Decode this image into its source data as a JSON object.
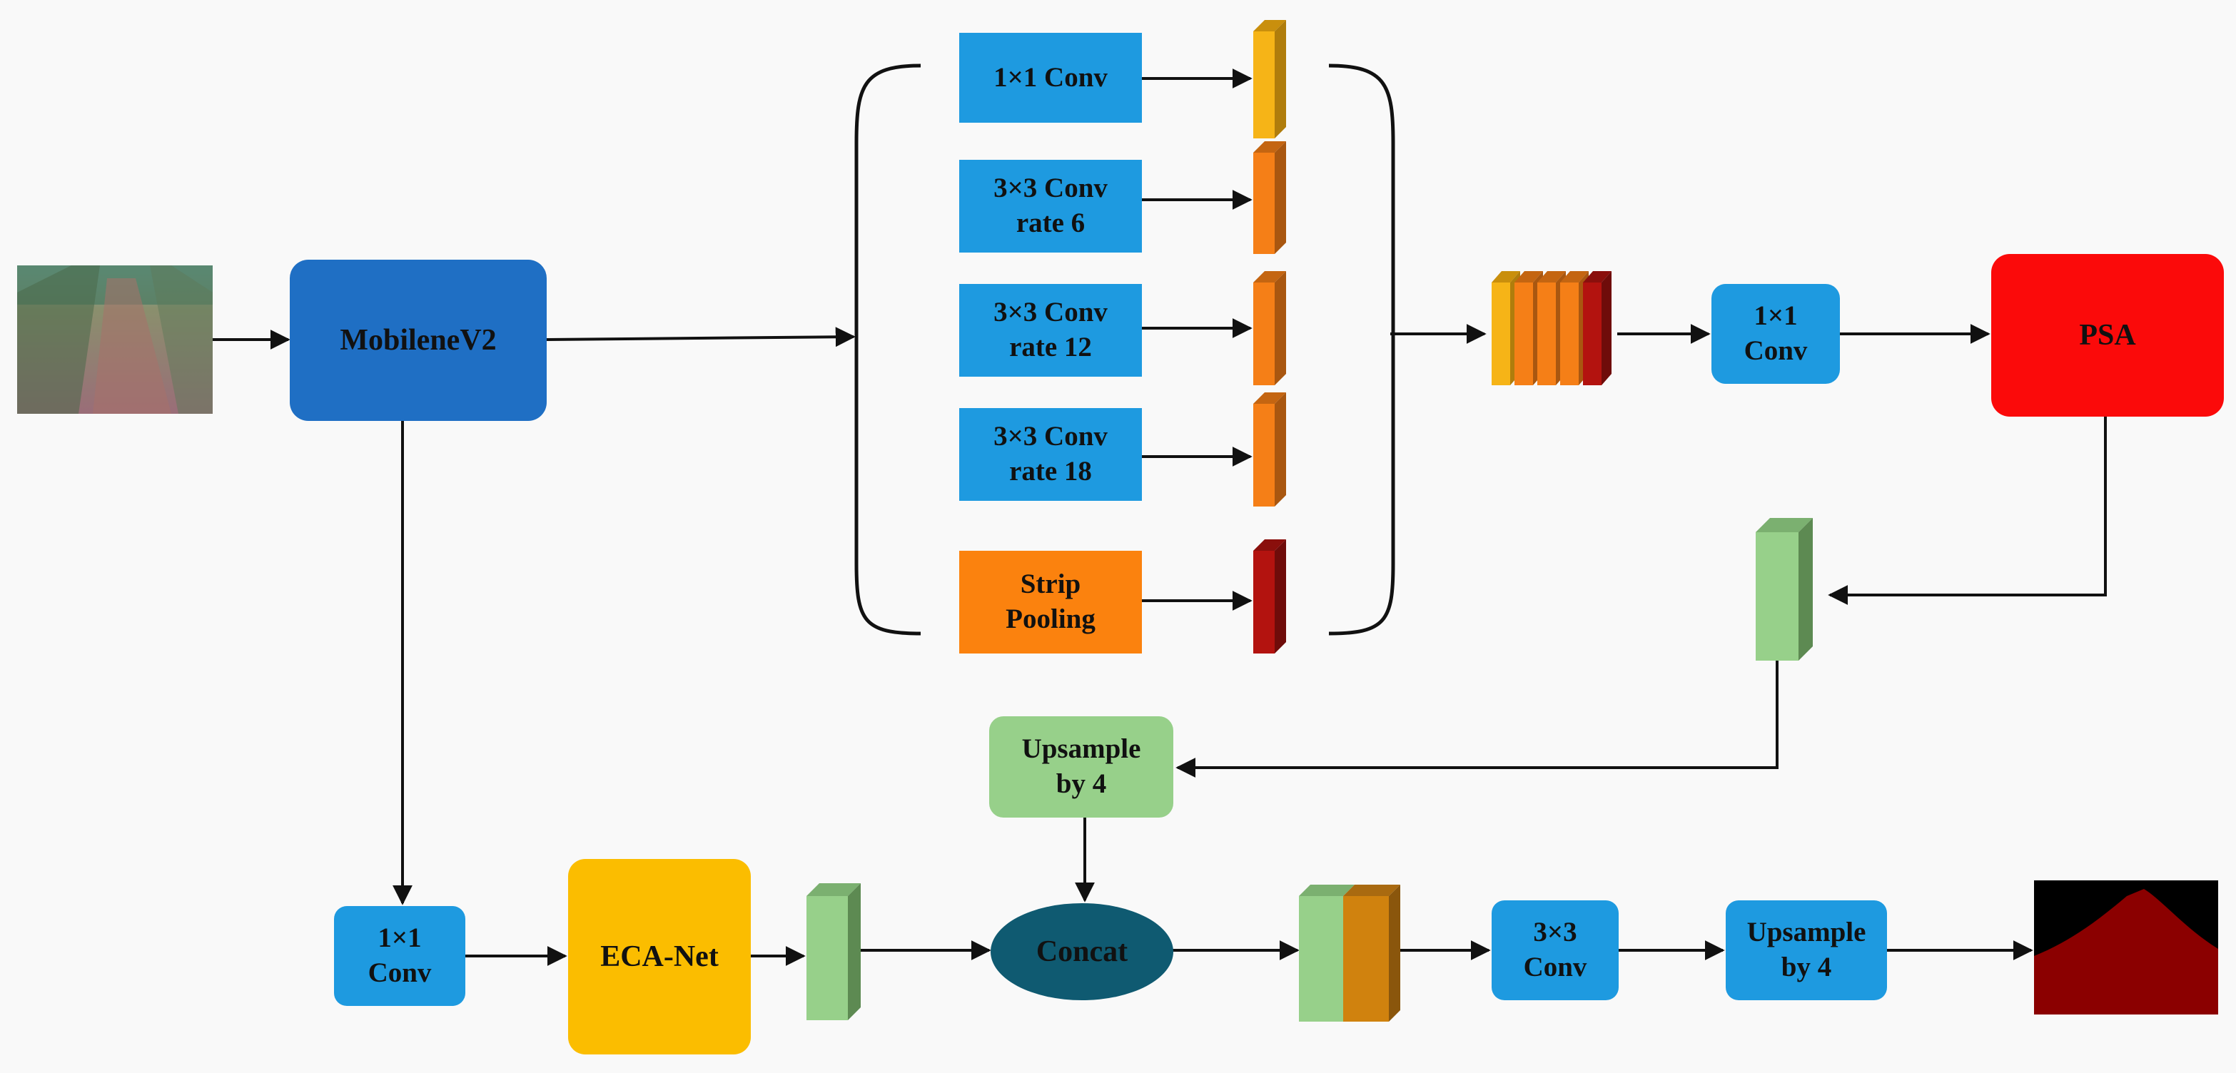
{
  "colors": {
    "backbone": "#1f6fc4",
    "conv": "#1e9ae0",
    "strip_pooling": "#fb820e",
    "psa": "#fb0a0a",
    "eca": "#fbbd00",
    "upsample_green": "#97d08a",
    "concat": "#0f5a71",
    "feat_yellow": "#f6b417",
    "feat_orange": "#f57f17",
    "feat_red": "#b3130f",
    "feat_green": "#97d08a",
    "feat_brown": "#d0820e",
    "mask_bg": "#000000",
    "mask_fg": "#8b0000"
  },
  "nodes": {
    "backbone": "MobileneV2",
    "aspp_conv1": [
      "1×1 Conv"
    ],
    "aspp_conv_r6": [
      "3×3 Conv",
      "rate 6"
    ],
    "aspp_conv_r12": [
      "3×3 Conv",
      "rate 12"
    ],
    "aspp_conv_r18": [
      "3×3 Conv",
      "rate 18"
    ],
    "strip_pooling": [
      "Strip",
      "Pooling"
    ],
    "post_conv": [
      "1×1",
      "Conv"
    ],
    "psa": "PSA",
    "upsample_top": [
      "Upsample",
      "by 4"
    ],
    "low_conv": [
      "1×1",
      "Conv"
    ],
    "eca": "ECA-Net",
    "concat": "Concat",
    "final_conv": [
      "3×3",
      "Conv"
    ],
    "upsample_final": [
      "Upsample",
      "by 4"
    ]
  }
}
